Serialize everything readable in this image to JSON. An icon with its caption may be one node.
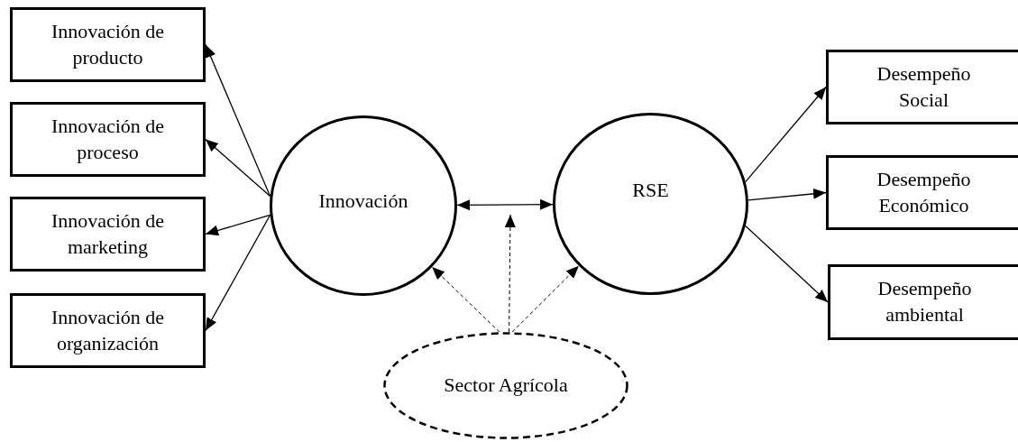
{
  "diagram": {
    "nodes": [
      {
        "text": [
          "Innovación de producto"
        ]
      },
      {
        "text": [
          "Innovación de proceso"
        ]
      },
      {
        "text": [
          "Innovación de marketing"
        ]
      },
      {
        "text": [
          "Innovación de organización"
        ]
      },
      {
        "text": [
          "Innovación"
        ]
      },
      {
        "text": [
          "RSE"
        ]
      },
      {
        "text": [
          "Desempeño Social"
        ]
      },
      {
        "text": [
          "Desempeño Económico"
        ]
      },
      {
        "text": [
          "Desempeño ambiental"
        ]
      },
      {
        "text": [
          "Sector Agrícola"
        ]
      }
    ],
    "edges": [
      {
        "from": 4,
        "to": 0,
        "arrow": "to"
      },
      {
        "from": 4,
        "to": 1,
        "arrow": "to"
      },
      {
        "from": 4,
        "to": 2,
        "arrow": "to"
      },
      {
        "from": 4,
        "to": 3,
        "arrow": "to"
      },
      {
        "from": 4,
        "to": 5,
        "arrow": "both"
      },
      {
        "from": 5,
        "to": 6,
        "arrow": "to"
      },
      {
        "from": 5,
        "to": 7,
        "arrow": "to"
      },
      {
        "from": 5,
        "to": 8,
        "arrow": "to"
      },
      {
        "from": 9,
        "to": 4,
        "arrow": "to",
        "style": "dashed"
      },
      {
        "from": 9,
        "to": null,
        "arrow": "to",
        "style": "dashed"
      },
      {
        "from": 9,
        "to": 5,
        "arrow": "to",
        "style": "dashed"
      }
    ]
  }
}
